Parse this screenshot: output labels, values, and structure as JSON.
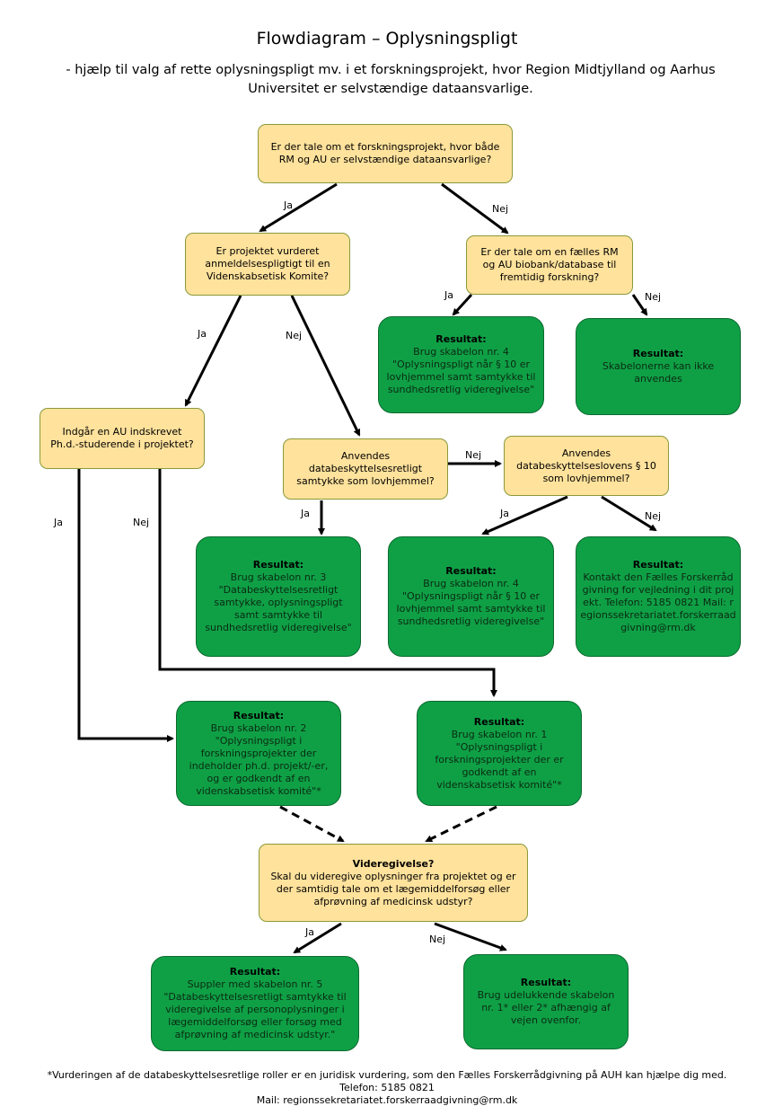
{
  "title": "Flowdiagram – Oplysningspligt",
  "subtitle": "- hjælp til valg af rette oplysningspligt mv. i et forskningsprojekt, hvor Region Midtjylland og Aarhus Universitet er selvstændige dataansvarlige.",
  "nodes": {
    "q1": "Er der tale om et forskningsprojekt, hvor både RM og AU er selvstændige dataansvarlige?",
    "q2": "Er projektet vurderet anmeldelsespligtigt til en Videnskabsetisk Komite?",
    "q3": "Er der tale om en fælles RM og AU biobank/database til fremtidig forskning?",
    "q4": "Indgår en AU indskrevet Ph.d.-studerende i projektet?",
    "q5": "Anvendes databeskyttelsesretligt samtykke som lovhjemmel?",
    "q6": "Anvendes databeskyttelseslovens § 10 som lovhjemmel?",
    "r_a": {
      "head": "Resultat:",
      "body": "Brug skabelon nr. 4 \"Oplysningspligt når § 10 er lovhjemmel samt samtykke til sundhedsretlig videregivelse\""
    },
    "r_b": {
      "head": "Resultat:",
      "body": "Skabelonerne kan ikke anvendes"
    },
    "r_c": {
      "head": "Resultat:",
      "body": "Brug skabelon nr. 3 \"Databeskyttelsesretligt samtykke, oplysningspligt samt samtykke til sundhedsretlig videregivelse\""
    },
    "r_d": {
      "head": "Resultat:",
      "body": "Brug skabelon nr. 4 \"Oplysningspligt når § 10 er lovhjemmel samt samtykke til sundhedsretlig videregivelse\""
    },
    "r_e": {
      "head": "Resultat:",
      "body": "Kontakt den Fælles Forskerrådgivning for vejledning i dit projekt. Telefon: 5185 0821 Mail: regionssekretariatet.forskerraadgivning@rm.dk"
    },
    "r_f": {
      "head": "Resultat:",
      "body": "Brug skabelon nr. 2 \"Oplysningspligt i forskningsprojekter der indeholder ph.d. projekt/-er, og er godkendt af en videnskabsetisk komité\"*"
    },
    "r_g": {
      "head": "Resultat:",
      "body": "Brug skabelon nr. 1 \"Oplysningspligt i forskningsprojekter der er godkendt af en videnskabsetisk komité\"*"
    },
    "q7": {
      "head": "Videregivelse?",
      "body": "Skal du videregive oplysninger fra projektet og er der samtidig tale om et lægemiddelforsøg eller afprøvning af medicinsk udstyr?"
    },
    "r_h": {
      "head": "Resultat:",
      "body": "Suppler med skabelon nr. 5 \"Databeskyttelsesretligt samtykke til videregivelse af personoplysninger i lægemiddelforsøg eller forsøg med afprøvning af medicinsk udstyr.\""
    },
    "r_i": {
      "head": "Resultat:",
      "body": "Brug udelukkende skabelon nr. 1* eller 2* afhængig af vejen ovenfor."
    }
  },
  "edge_labels": {
    "yes": "Ja",
    "no": "Nej"
  },
  "footer": {
    "note": "*Vurderingen af de databeskyttelsesretlige roller er en juridisk vurdering, som den Fælles Forskerrådgivning på AUH kan hjælpe dig med.",
    "phone": "Telefon: 5185 0821",
    "mail": "Mail: regionssekretariatet.forskerraadgivning@rm.dk"
  }
}
